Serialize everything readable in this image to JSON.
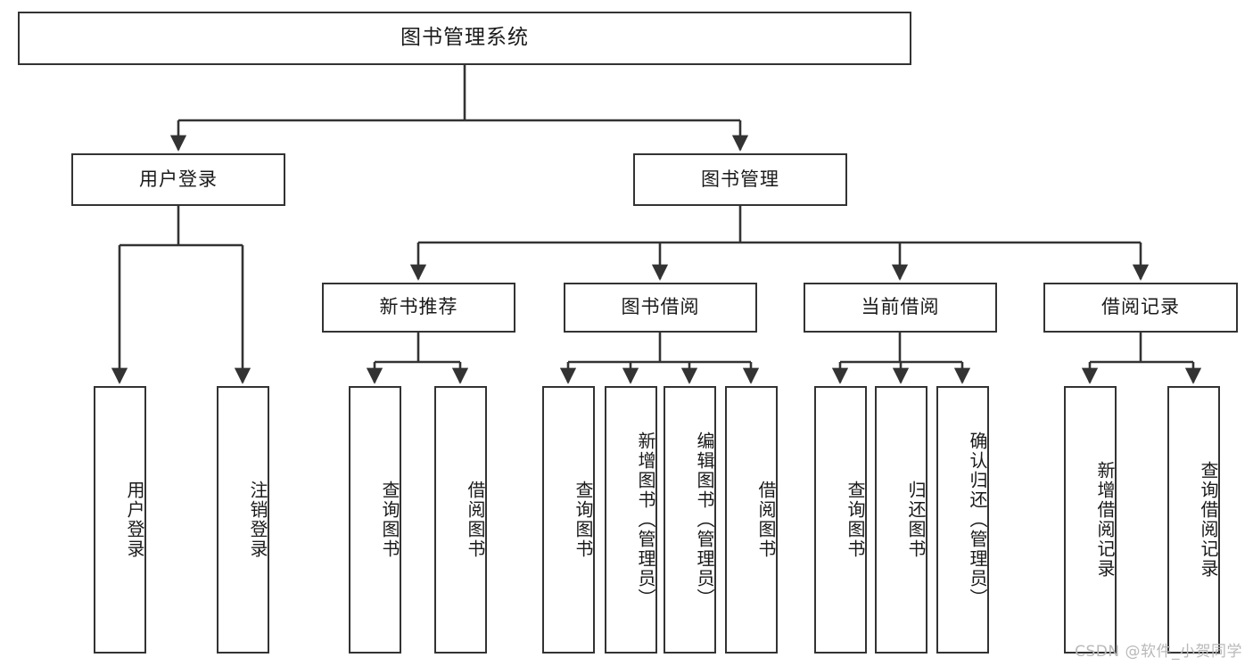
{
  "diagram": {
    "type": "tree-hierarchy-flowchart",
    "title": "图书管理系统",
    "orientation": "top-down",
    "levels": 4,
    "colors": {
      "box_border": "#333333",
      "box_fill": "#ffffff",
      "connector": "#333333",
      "text": "#1a1a1a",
      "watermark": "#b9b9b9",
      "background": "#ffffff"
    },
    "root": {
      "label": "图书管理系统"
    },
    "level2": [
      {
        "id": "user-login",
        "label": "用户登录"
      },
      {
        "id": "book-manage",
        "label": "图书管理"
      }
    ],
    "level3": [
      {
        "id": "new-book-recommend",
        "label": "新书推荐",
        "parent": "book-manage"
      },
      {
        "id": "book-borrow",
        "label": "图书借阅",
        "parent": "book-manage"
      },
      {
        "id": "current-borrow",
        "label": "当前借阅",
        "parent": "book-manage"
      },
      {
        "id": "borrow-record",
        "label": "借阅记录",
        "parent": "book-manage"
      }
    ],
    "leaves": {
      "user_login": [
        {
          "id": "leaf-user-login",
          "label": "用户登录"
        },
        {
          "id": "leaf-user-logout",
          "label": "注销登录"
        }
      ],
      "new_book_recommend": [
        {
          "id": "leaf-query-book-1",
          "label": "查询图书"
        },
        {
          "id": "leaf-borrow-book-1",
          "label": "借阅图书"
        }
      ],
      "book_borrow": [
        {
          "id": "leaf-query-book-2",
          "label": "查询图书"
        },
        {
          "id": "leaf-add-book",
          "label": "新增图书（管理员）"
        },
        {
          "id": "leaf-edit-book",
          "label": "编辑图书（管理员）"
        },
        {
          "id": "leaf-borrow-book-2",
          "label": "借阅图书"
        }
      ],
      "current_borrow": [
        {
          "id": "leaf-query-book-3",
          "label": "查询图书"
        },
        {
          "id": "leaf-return-book",
          "label": "归还图书"
        },
        {
          "id": "leaf-confirm-return",
          "label": "确认归还（管理员）"
        }
      ],
      "borrow_record": [
        {
          "id": "leaf-add-record",
          "label": "新增借阅记录"
        },
        {
          "id": "leaf-query-record",
          "label": "查询借阅记录"
        }
      ]
    }
  },
  "watermark": {
    "text": "CSDN @软件_小贺同学"
  }
}
